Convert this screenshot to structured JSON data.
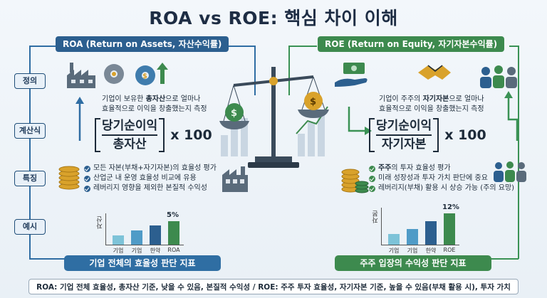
{
  "title": "ROA vs ROE: 핵심 차이 이해",
  "roa": {
    "header": "ROA (Return on Assets, 자산수익률)",
    "definition": {
      "pre": "기업이 보유한 ",
      "bold": "총자산",
      "post": "으로 얼마나",
      "line2": "효율적으로 이익을 창출했는지 측정"
    },
    "formula": {
      "numerator": "당기순이익",
      "denominator": "총자산",
      "multiplier": "x 100"
    },
    "features": [
      "모든 자본(부채+자기자본)의 효율성 평가",
      "산업군 내 운영 효율성 비교에 유용",
      "레버리지 영향을 제외한 본질적 수익성"
    ],
    "chart_data": {
      "type": "bar",
      "ylabel": "자산",
      "categories": [
        "기업",
        "기업",
        "한약",
        "ROA"
      ],
      "values": [
        2,
        3,
        4,
        5
      ],
      "annotation": "5%",
      "colors": [
        "#7dc3d8",
        "#4f9bc7",
        "#2c5f8f",
        "#3d8a4e"
      ]
    },
    "summary": "기업 전체의 효율성 판단 지표"
  },
  "roe": {
    "header": "ROE (Return on Equity, 자기자본수익률)",
    "definition": {
      "pre": "기업이 주주의 ",
      "bold": "자기자본",
      "post": "으로 얼마나",
      "line2": "효율적으로 이익을 창출했는지 측정"
    },
    "formula": {
      "numerator": "당기순이익",
      "denominator": "자기자본",
      "multiplier": "x 100"
    },
    "features": [
      {
        "bold": "주주",
        "text": "의 투자 효율성 평가"
      },
      {
        "bold": "",
        "text": "미래 성장성과 투자 가치 판단에 중요"
      },
      {
        "bold": "",
        "text": "레버리지(부채) 활용 시 상승 가능 (주의 요망)"
      }
    ],
    "chart_data": {
      "type": "bar",
      "ylabel": "자본",
      "categories": [
        "기업",
        "기업",
        "한약",
        "ROE"
      ],
      "values": [
        4,
        6,
        9,
        12
      ],
      "annotation": "12%",
      "colors": [
        "#7dc3d8",
        "#4f9bc7",
        "#2c5f8f",
        "#3d8a4e"
      ]
    },
    "summary": "주주 입장의 수익성 판단 지표"
  },
  "rows": [
    "정의",
    "계산식",
    "특징",
    "예시"
  ],
  "footer": "ROA: 기업 전체 효율성, 총자산 기준, 낮을 수 있음, 본질적 수익성  /  ROE: 주주 투자 효율성, 자기자본 기준, 높을 수 있음(부채 활용 시), 투자 가치",
  "colors": {
    "blue": "#2c5f8f",
    "green": "#3d8a4e",
    "gold": "#d9a22b"
  }
}
